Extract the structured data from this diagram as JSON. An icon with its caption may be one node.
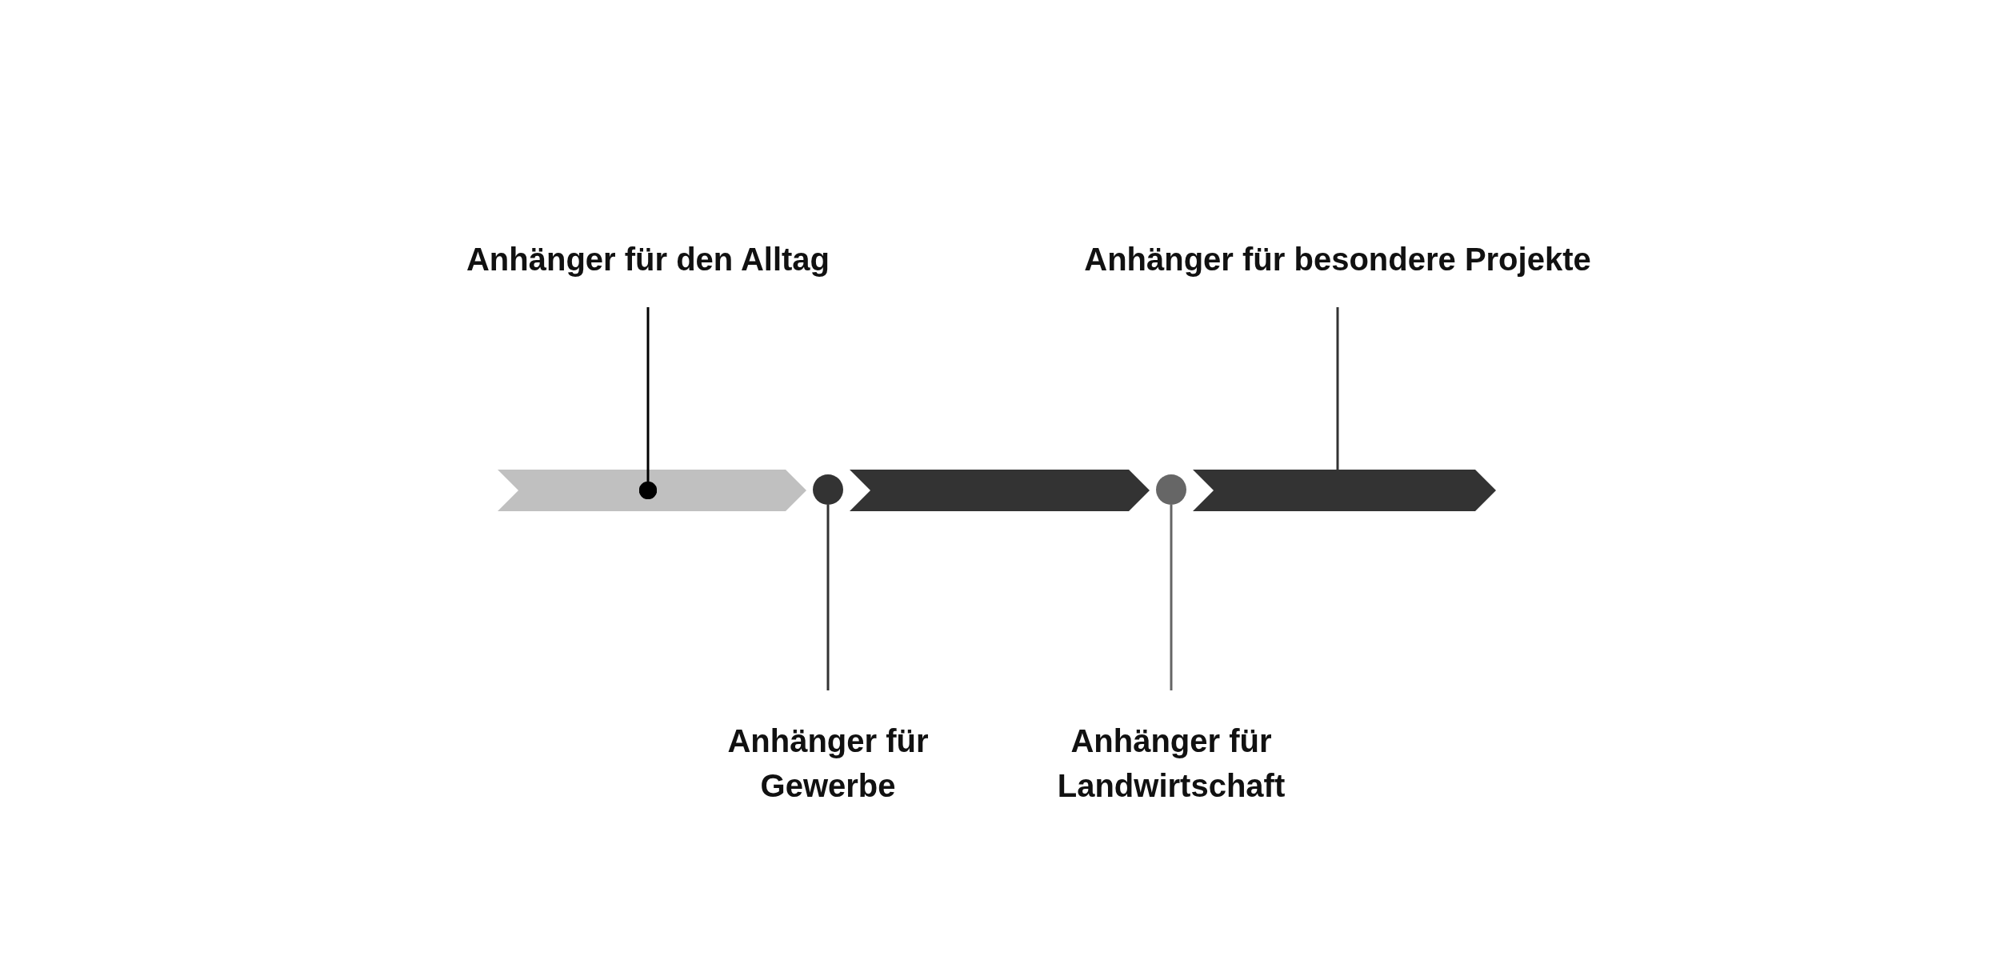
{
  "diagram": {
    "nodes": [
      {
        "text": [
          "Anhänger für den Alltag"
        ]
      },
      {
        "text": [
          "Anhänger für besondere Projekte"
        ]
      },
      {
        "text": [],
        "shape": "chevron"
      },
      {
        "text": [],
        "shape": "circle"
      },
      {
        "text": [],
        "shape": "chevron"
      },
      {
        "text": [],
        "shape": "circle"
      },
      {
        "text": [],
        "shape": "chevron"
      },
      {
        "text": [
          "Anhänger für Gewerbe"
        ]
      },
      {
        "text": [
          "Anhänger für Landwirtschaft"
        ]
      }
    ],
    "edges": [
      {
        "from": 0,
        "to": 2,
        "arrow": "other",
        "color": "#000000"
      },
      {
        "from": 1,
        "to": 6,
        "arrow": "none"
      },
      {
        "from": 7,
        "to": 3,
        "arrow": "none"
      },
      {
        "from": 8,
        "to": 5,
        "arrow": "none",
        "color": "#666666"
      }
    ]
  }
}
